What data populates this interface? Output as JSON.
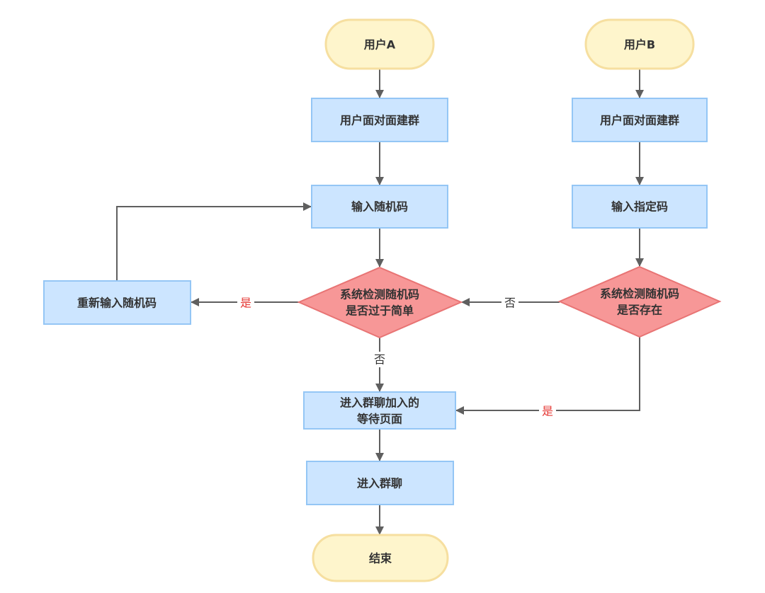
{
  "nodes": {
    "user_a": "用户A",
    "user_b": "用户B",
    "create_group_a": "用户面对面建群",
    "create_group_b": "用户面对面建群",
    "input_random": "输入随机码",
    "input_specified": "输入指定码",
    "check_simple": [
      "系统检测随机码",
      "是否过于简单"
    ],
    "check_exists": [
      "系统检测随机码",
      "是否存在"
    ],
    "reinput_random": "重新输入随机码",
    "waiting_page": [
      "进入群聊加入的",
      "等待页面"
    ],
    "enter_group": "进入群聊",
    "end": "结束"
  },
  "edge_labels": {
    "check_exists_no": "否",
    "check_simple_yes": "是",
    "check_simple_no": "否",
    "check_exists_yes": "是"
  },
  "colors": {
    "terminal-fill": "#fef5cc",
    "terminal-stroke": "#f6dfa0",
    "process-fill": "#cce5ff",
    "process-stroke": "#94c6f5",
    "decision-fill": "#f79797",
    "decision-stroke": "#e87474",
    "edge-color": "#5f5f5f",
    "text-color": "#333333",
    "yes-color": "#e53935",
    "no-color": "#333333"
  }
}
